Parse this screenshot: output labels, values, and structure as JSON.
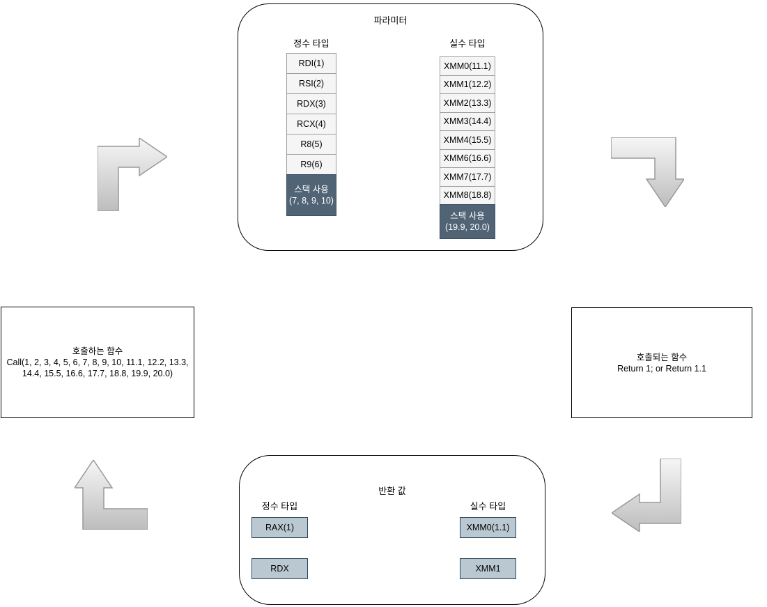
{
  "parameters_panel": {
    "title": "파라미터",
    "integer": {
      "header": "정수 타입",
      "registers": [
        "RDI(1)",
        "RSI(2)",
        "RDX(3)",
        "RCX(4)",
        "R8(5)",
        "R9(6)"
      ],
      "stack_label": "스택 사용",
      "stack_values": "(7, 8, 9, 10)"
    },
    "float": {
      "header": "실수 타입",
      "registers": [
        "XMM0(11.1)",
        "XMM1(12.2)",
        "XMM2(13.3)",
        "XMM3(14.4)",
        "XMM4(15.5)",
        "XMM6(16.6)",
        "XMM7(17.7)",
        "XMM8(18.8)"
      ],
      "stack_label": "스택 사용",
      "stack_values": "(19.9, 20.0)"
    }
  },
  "caller_box": {
    "title": "호출하는 함수",
    "call": "Call(1, 2, 3, 4, 5, 6, 7, 8, 9, 10, 11.1, 12.2, 13.3, 14.4, 15.5, 16.6, 17.7, 18.8, 19.9, 20.0)"
  },
  "callee_box": {
    "title": "호출되는 함수",
    "body": "Return 1; or Return 1.1"
  },
  "return_panel": {
    "title": "반환 값",
    "integer": {
      "header": "정수 타입",
      "registers": [
        "RAX(1)",
        "RDX"
      ]
    },
    "float": {
      "header": "실수 타입",
      "registers": [
        "XMM0(1.1)",
        "XMM1"
      ]
    }
  },
  "arrows": {
    "top_left": "bent-arrow-up-right",
    "top_right": "bent-arrow-right-down",
    "bottom_right": "bent-arrow-down-left",
    "bottom_left": "bent-arrow-left-up"
  },
  "colors": {
    "stack_cell_fill": "#506476",
    "register_cell_fill": "#f5f5f5",
    "return_box_fill": "#bac8d2",
    "return_box_border": "#2c485c",
    "arrow_gradient_light": "#f6f6f6",
    "arrow_gradient_dark": "#bdbdbd"
  }
}
